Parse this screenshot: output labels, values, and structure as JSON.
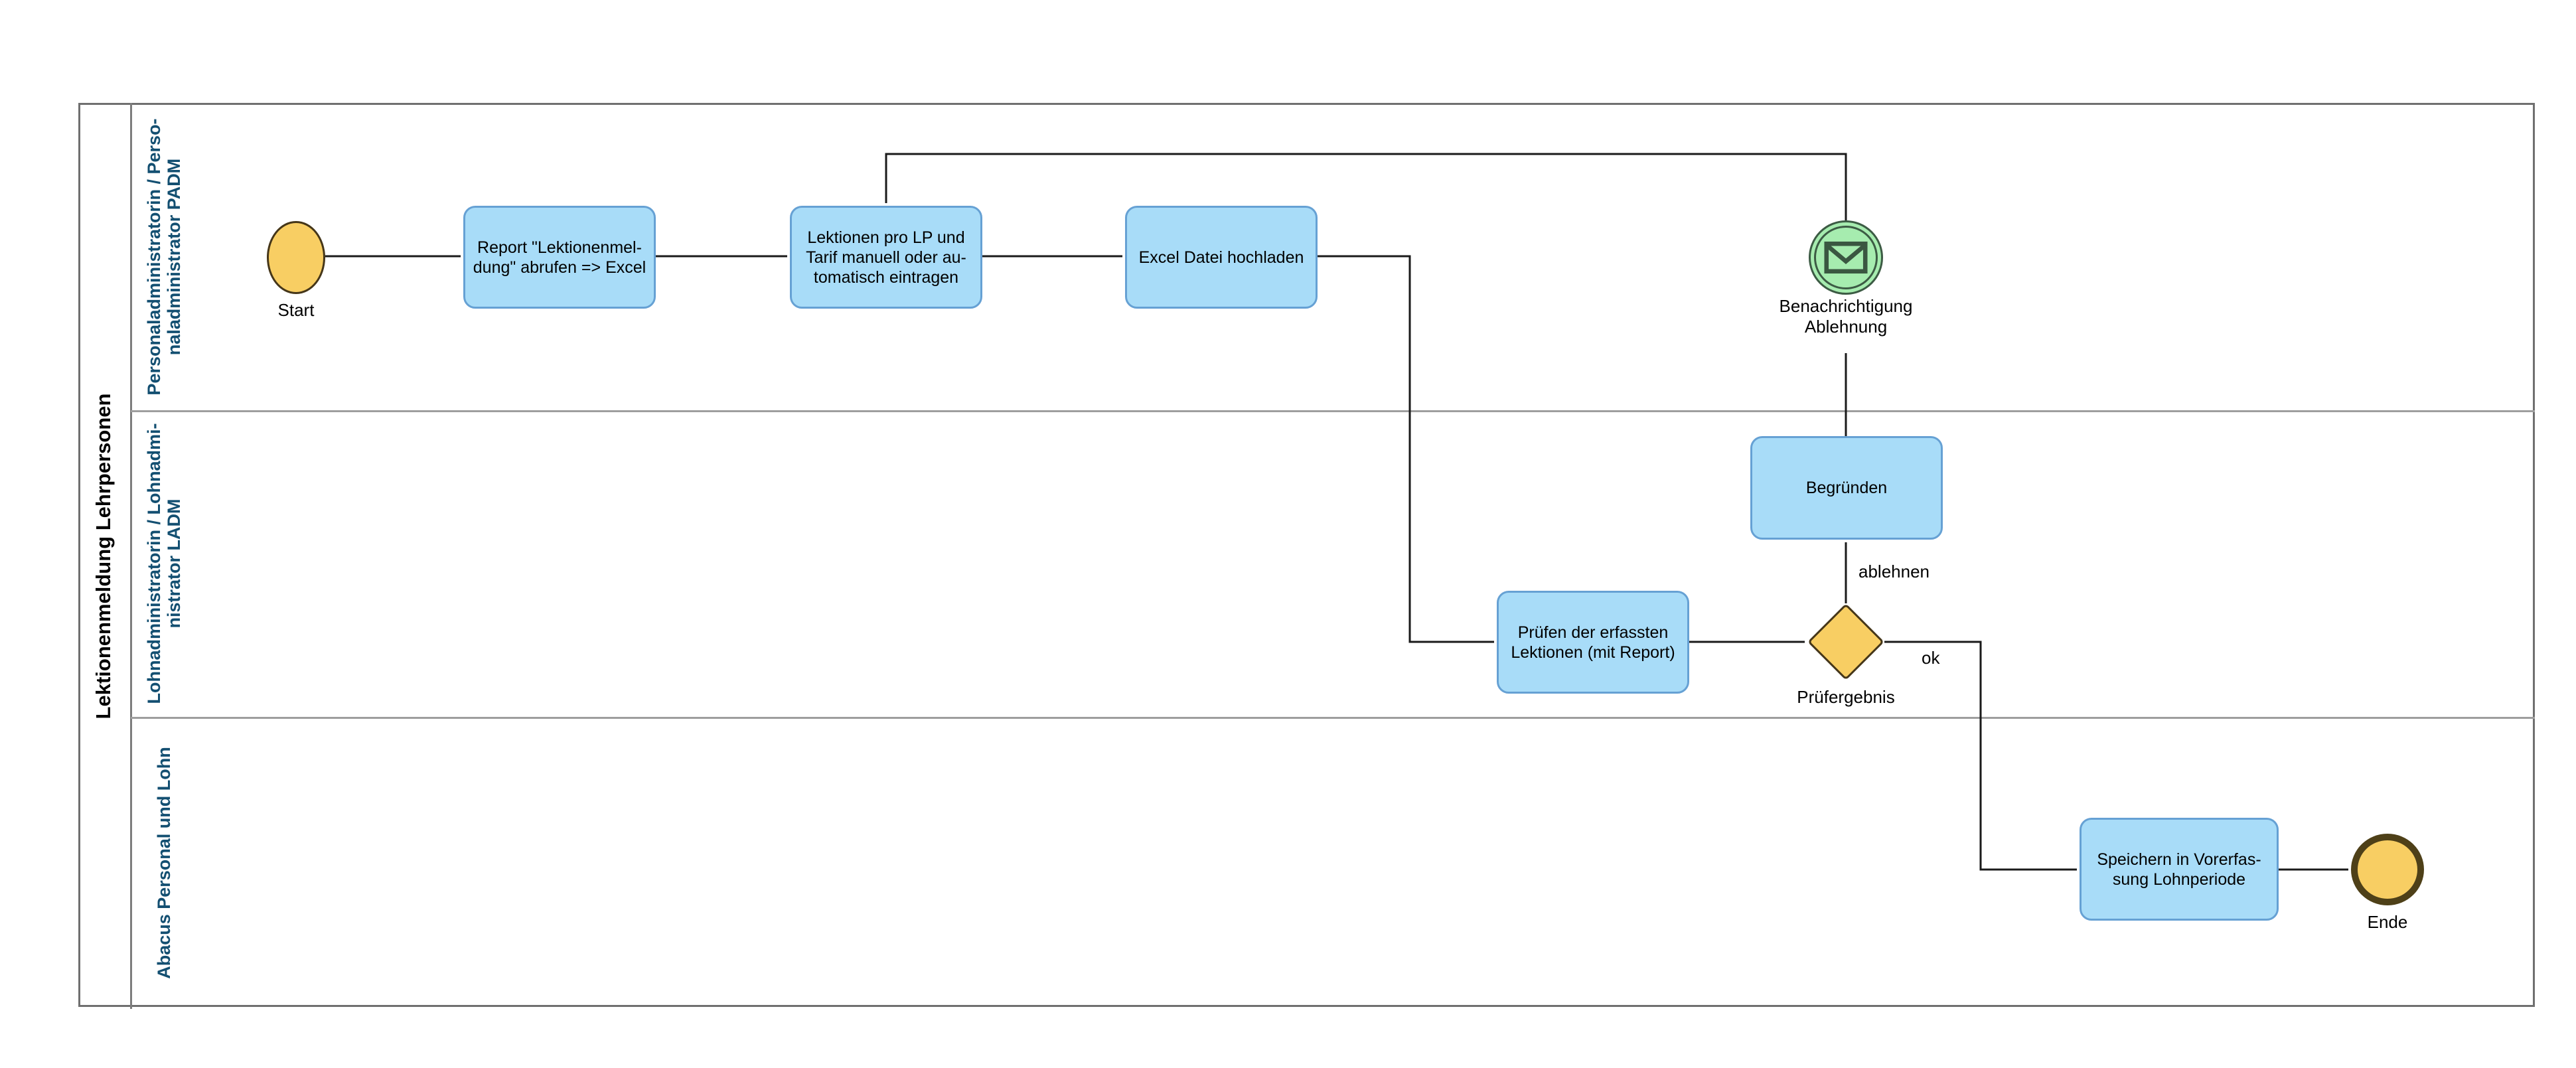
{
  "diagram": {
    "title": "Lektionenmeldung Lehrpersonen",
    "lanes": [
      {
        "label": "Personaladministratorin / Perso-\nnaladministrator PADM"
      },
      {
        "label": "Lohnadministratorin / Lohnadmi-\nnistrator LADM"
      },
      {
        "label": "Abacus Personal und Lohn"
      }
    ],
    "nodes": {
      "start": {
        "type": "start-event",
        "label": "Start"
      },
      "task_report": {
        "type": "task",
        "label": "Report \"Lektionenmel-\ndung\" abrufen => Excel"
      },
      "task_lektionen": {
        "type": "task",
        "label": "Lektionen pro LP und\nTarif manuell oder au-\ntomatisch eintragen"
      },
      "task_upload": {
        "type": "task",
        "label": "Excel Datei hochladen"
      },
      "event_benachrichtigung": {
        "type": "message-event",
        "label": "Benachrichtigung\nAblehnung"
      },
      "task_begruenden": {
        "type": "task",
        "label": "Begründen"
      },
      "task_pruefen": {
        "type": "task",
        "label": "Prüfen der erfassten\nLektionen (mit Report)"
      },
      "gateway_pruefergebnis": {
        "type": "exclusive-gateway",
        "label": "Prüfergebnis"
      },
      "task_speichern": {
        "type": "task",
        "label": "Speichern in Vorerfas-\nsung Lohnperiode"
      },
      "end": {
        "type": "end-event",
        "label": "Ende"
      }
    },
    "edge_labels": {
      "ablehnen": "ablehnen",
      "ok": "ok"
    },
    "icons": {
      "message": "envelope-icon"
    },
    "colors": {
      "task_fill": "#a8dcf8",
      "task_stroke": "#66a1d4",
      "event_fill": "#f8ce63",
      "event_stroke": "#453619",
      "end_event_stroke": "#4e4018",
      "message_fill": "#a6ecaf",
      "message_stroke": "#3c5b44",
      "lane_label_text": "#134f71",
      "title_text": "#000000",
      "connector": "#1a1a1a"
    }
  }
}
